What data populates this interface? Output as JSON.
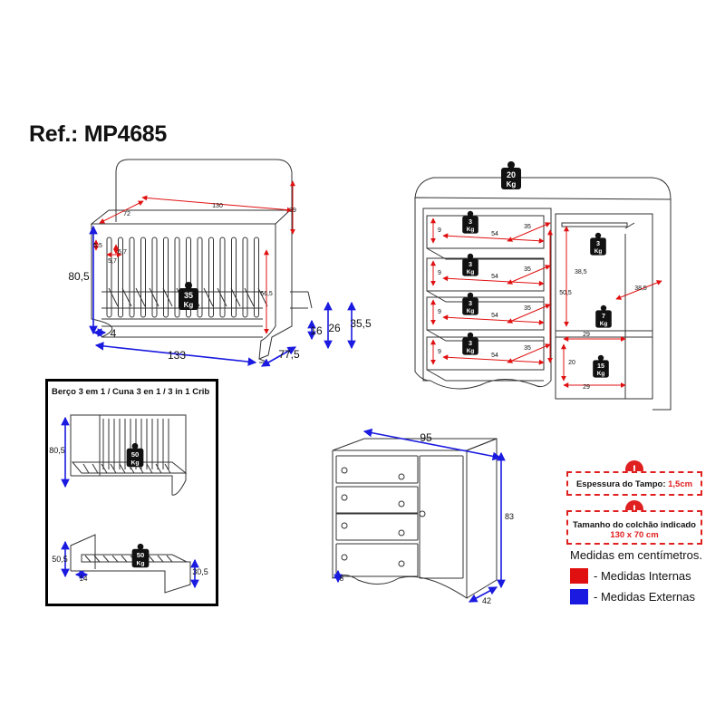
{
  "ref": "Ref.: MP4685",
  "colors": {
    "internal": "#e01010",
    "external": "#1a1ae0",
    "line": "#333333",
    "weight": "#111111"
  },
  "crib": {
    "internal": {
      "width": "130",
      "depth": "72",
      "height": "66,5",
      "panel_gap_a": "5,5",
      "panel_gap_b": "5,7",
      "panel_gap_c": "5,7",
      "headboard_top": "39"
    },
    "external": {
      "height": "80,5",
      "width": "133",
      "depth": "77,5",
      "base": "4",
      "leg_a": "16",
      "leg_b": "26",
      "leg_c": "35,5"
    },
    "weight": {
      "value": "35",
      "unit": "Kg"
    }
  },
  "dresser_top": {
    "weight": {
      "value": "20",
      "unit": "Kg"
    }
  },
  "dresser_open": {
    "drawers": [
      {
        "weight": "3",
        "unit": "Kg",
        "height": "9",
        "width": "54",
        "depth": "35"
      },
      {
        "weight": "3",
        "unit": "Kg",
        "height": "9",
        "width": "54",
        "depth": "35"
      },
      {
        "weight": "3",
        "unit": "Kg",
        "height": "9",
        "width": "54",
        "depth": "35"
      },
      {
        "weight": "3",
        "unit": "Kg",
        "height": "9",
        "width": "54",
        "depth": "35"
      }
    ],
    "cabinet": {
      "rail_weight": "3",
      "rail_unit": "Kg",
      "upper_height": "38,5",
      "total_height": "50,5",
      "depth": "38,5",
      "shelf_weight": "7",
      "shelf_unit": "Kg",
      "shelf_width": "29",
      "lower_height": "20",
      "lower_weight": "15",
      "lower_unit": "Kg",
      "lower_width": "29"
    }
  },
  "inset": {
    "title": "Berço 3 em 1 / Cuna 3 en 1 / 3 in 1 Crib",
    "crib_height": "80,5",
    "crib_weight": {
      "value": "50",
      "unit": "Kg"
    },
    "bed_height": "50,5",
    "bed_side": "30,5",
    "bed_base": "14",
    "bed_weight": {
      "value": "50",
      "unit": "Kg"
    }
  },
  "dresser": {
    "width": "95",
    "height": "83",
    "depth": "42",
    "foot": "8"
  },
  "notes": {
    "thickness_label": "Espessura do Tampo:",
    "thickness_value": "1,5cm",
    "mattress_label": "Tamanho do colchão indicado",
    "mattress_value": "130 x 70 cm"
  },
  "legend": {
    "title": "Medidas em centímetros.",
    "internal": "- Medidas Internas",
    "external": "- Medidas Externas"
  }
}
